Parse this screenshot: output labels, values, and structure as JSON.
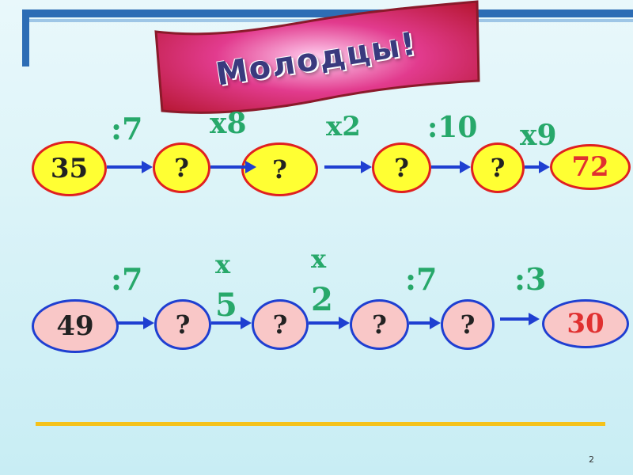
{
  "banner": {
    "text": "Молодцы!"
  },
  "row1": {
    "start": "35",
    "unknowns": [
      "?",
      "?",
      "?",
      "?"
    ],
    "end": "72",
    "ops": [
      ":7",
      "x8",
      "x2",
      ":10",
      "x9"
    ]
  },
  "row2": {
    "start": "49",
    "unknowns": [
      "?",
      "?",
      "?",
      "?"
    ],
    "end": "30",
    "ops": [
      ":7",
      "x",
      "5",
      "x",
      "2",
      ":7",
      ":3"
    ]
  },
  "page_number": "2",
  "colors": {
    "accent": "#2d6db5",
    "operation": "#27a86a",
    "red": "#e03030",
    "yellow": "#ffff33",
    "pink": "#f9c7c7"
  }
}
